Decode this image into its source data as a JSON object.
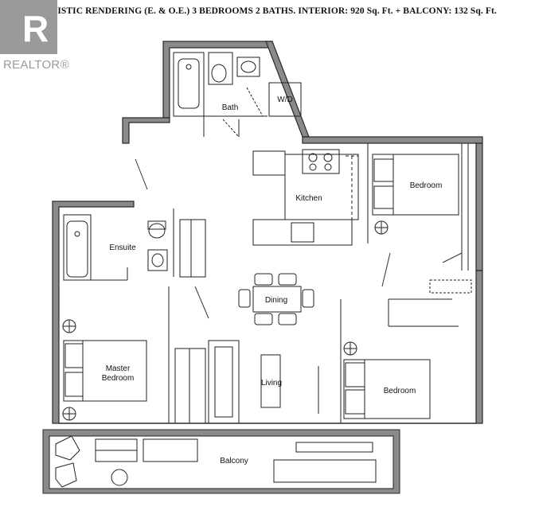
{
  "header": {
    "title": "ARTISTIC RENDERING (E. & O.E.) 3 BEDROOMS 2 BATHS.  INTERIOR: 920 Sq. Ft. + BALCONY: 132 Sq. Ft."
  },
  "logo": {
    "text": "REALTOR®",
    "mark_letter": "R"
  },
  "rooms": {
    "bath": "Bath",
    "wd": "W/D",
    "kitchen": "Kitchen",
    "bedroom_ne": "Bedroom",
    "ensuite": "Ensuite",
    "dining": "Dining",
    "master": [
      "Master",
      "Bedroom"
    ],
    "living": "Living",
    "bedroom_se": "Bedroom",
    "balcony": "Balcony"
  },
  "colors": {
    "wall": "#2a2a2a",
    "wall_fill": "#8a8a8a",
    "line": "#222222",
    "logo_grey": "#9a9a9a"
  }
}
